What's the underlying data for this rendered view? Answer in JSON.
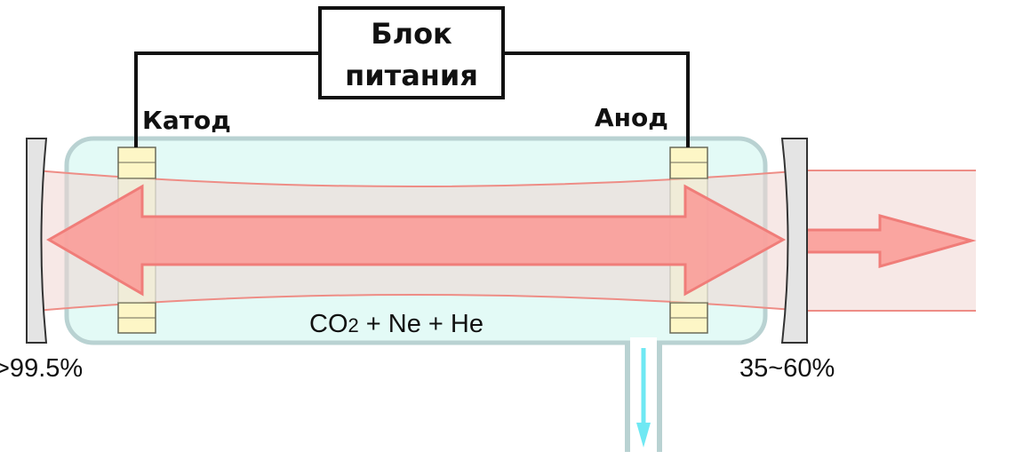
{
  "power_supply": {
    "line1": "Блок",
    "line2": "питания"
  },
  "electrodes": {
    "cathode": "Катод",
    "anode": "Анод"
  },
  "gas_mixture": {
    "formula_main": "CO",
    "subscript": "2",
    "rest": " + Ne + He"
  },
  "mirrors": {
    "rear_reflectivity": ">99.5%",
    "output_reflectivity": "35~60%"
  },
  "colors": {
    "tube_outline": "#b9d2d2",
    "tube_fill": "#e3faf6",
    "beam_glow": "#f1d5d1",
    "beam_edge": "#ee8d86",
    "arrow_fill": "#fa9e9a",
    "arrow_stroke": "#f07d79",
    "electrode_fill": "#fdf6c6",
    "mirror_fill": "#e4e4e4",
    "gas_flow_arrow": "#6fe8f3",
    "wire": "#111111"
  }
}
